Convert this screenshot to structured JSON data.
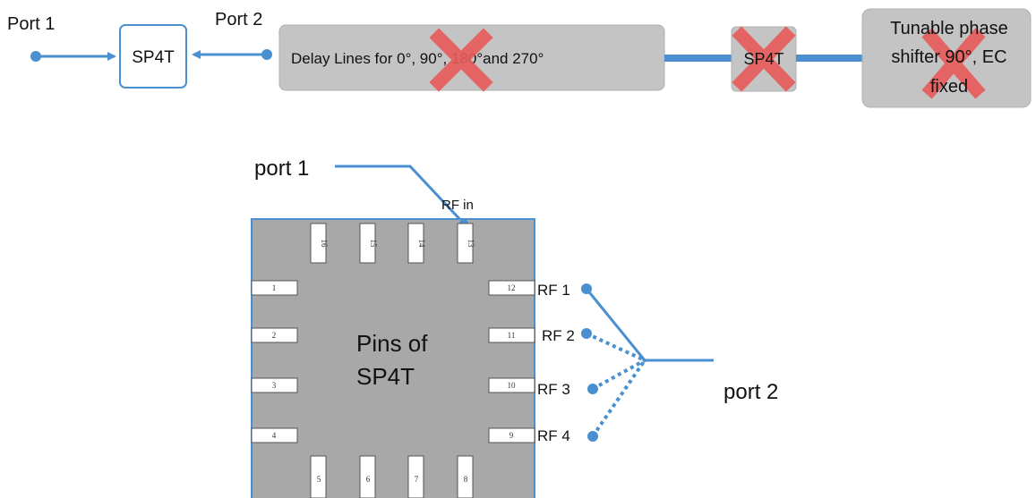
{
  "top_diagram": {
    "port1_label": "Port 1",
    "port2_label": "Port 2",
    "sp4t_label": "SP4T",
    "delay_lines_label": "Delay Lines for 0°,  90°, 180°and 270°",
    "second_sp4t_label": "SP4T",
    "phase_shifter_lines": [
      "Tunable phase",
      "shifter 90°, EC",
      "fixed"
    ]
  },
  "bottom_diagram": {
    "port1_label": "port 1",
    "port2_label": "port 2",
    "rf_in_label": "RF in",
    "chip_label_lines": [
      "Pins of",
      "SP4T"
    ],
    "rf_labels": [
      "RF 1",
      "RF 2",
      "RF 3",
      "RF 4"
    ],
    "pins_left": [
      "1",
      "2",
      "3",
      "4"
    ],
    "pins_right": [
      "12",
      "11",
      "10",
      "9"
    ],
    "pins_top": [
      "16",
      "15",
      "14",
      "13"
    ],
    "pins_bottom": [
      "5",
      "6",
      "7",
      "8"
    ]
  },
  "colors": {
    "line_blue": "#4a90d0",
    "box_gray": "#c4c4c4",
    "chip_gray": "#a8a8a8",
    "cross_red": "#e85a5a"
  }
}
